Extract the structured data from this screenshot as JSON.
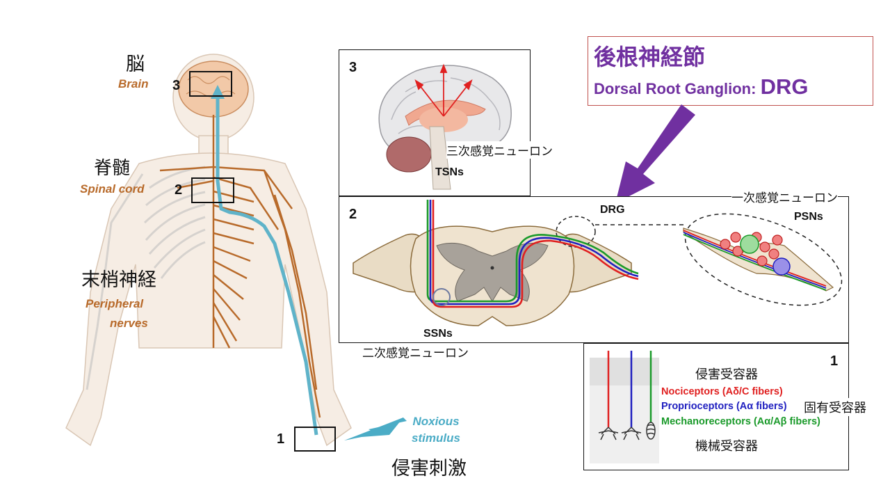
{
  "labels": {
    "brain_jp": "脳",
    "brain_en": "Brain",
    "spinal_jp": "脊髄",
    "spinal_en": "Spinal cord",
    "peripheral_jp": "末梢神経",
    "peripheral_en_line1": "Peripheral",
    "peripheral_en_line2": "nerves",
    "num1": "1",
    "num2": "2",
    "num3": "3",
    "noxious_line1": "Noxious",
    "noxious_line2": "stimulus",
    "noxious_jp": "侵害刺激"
  },
  "drg": {
    "jp_title": "後根神経節",
    "en_prefix": "Dorsal Root Ganglion: ",
    "en_abbr": "DRG"
  },
  "panel3": {
    "number": "3",
    "neuron_jp": "三次感覚ニューロン",
    "abbr": "TSNs"
  },
  "panel2": {
    "number": "2",
    "drg_label": "DRG",
    "primary_jp": "一次感覚ニューロン",
    "psn_abbr": "PSNs",
    "ssn_abbr": "SSNs",
    "secondary_jp": "二次感覚ニューロン"
  },
  "panel1": {
    "number": "1",
    "nociceptor_jp": "侵害受容器",
    "nociceptor_en": "Nociceptors (Aδ/C fibers)",
    "proprioceptor_en": "Proprioceptors (Aα fibers)",
    "proprioceptor_jp": "固有受容器",
    "mechanoreceptor_en": "Mechanoreceptors (Aα/Aβ fibers)",
    "mechanoreceptor_jp": "機械受容器"
  },
  "colors": {
    "nociceptor": "#e02020",
    "proprioceptor": "#2020c0",
    "mechanoreceptor": "#1a9a2a",
    "pathway": "#4bacc6",
    "drg_title": "#7030a0",
    "nerve": "#b86a2a"
  }
}
